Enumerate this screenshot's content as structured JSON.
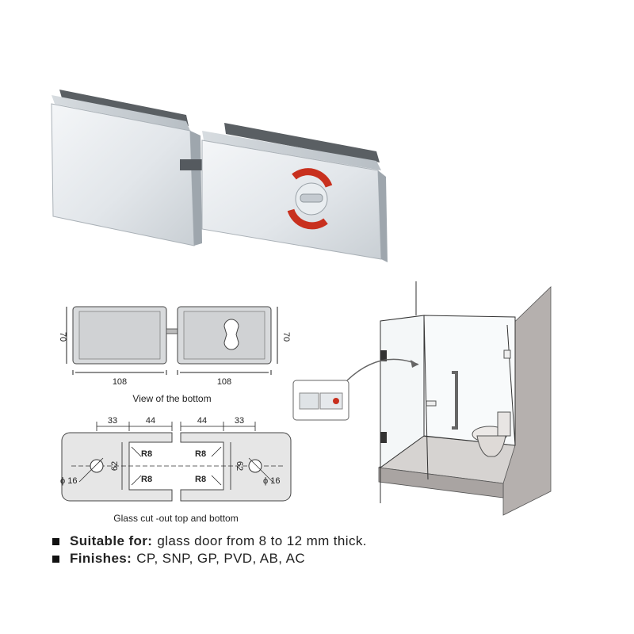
{
  "bottom_view": {
    "caption": "View of the bottom",
    "width_left": "108",
    "width_right": "108",
    "height_left": "70",
    "height_right": "70"
  },
  "cutout": {
    "caption": "Glass cut -out top and bottom",
    "dim_33_left": "33",
    "dim_44_left": "44",
    "dim_44_right": "44",
    "dim_33_right": "33",
    "r8_tl": "R8",
    "r8_bl": "R8",
    "r8_tr": "R8",
    "r8_br": "R8",
    "dim_62_left": "62",
    "dim_62_right": "62",
    "hole_left": "ϕ 16",
    "hole_right": "ϕ 16"
  },
  "specs": [
    {
      "key": "Suitable for:",
      "value": "glass door from 8 to 12 mm thick."
    },
    {
      "key": "Finishes:",
      "value": "CP, SNP, GP, PVD, AB, AC"
    }
  ],
  "colors": {
    "indicator_red": "#c8301e",
    "metal_light": "#e6ebef",
    "metal_mid": "#c4cad0",
    "wall_grey": "#b5b0ae"
  }
}
